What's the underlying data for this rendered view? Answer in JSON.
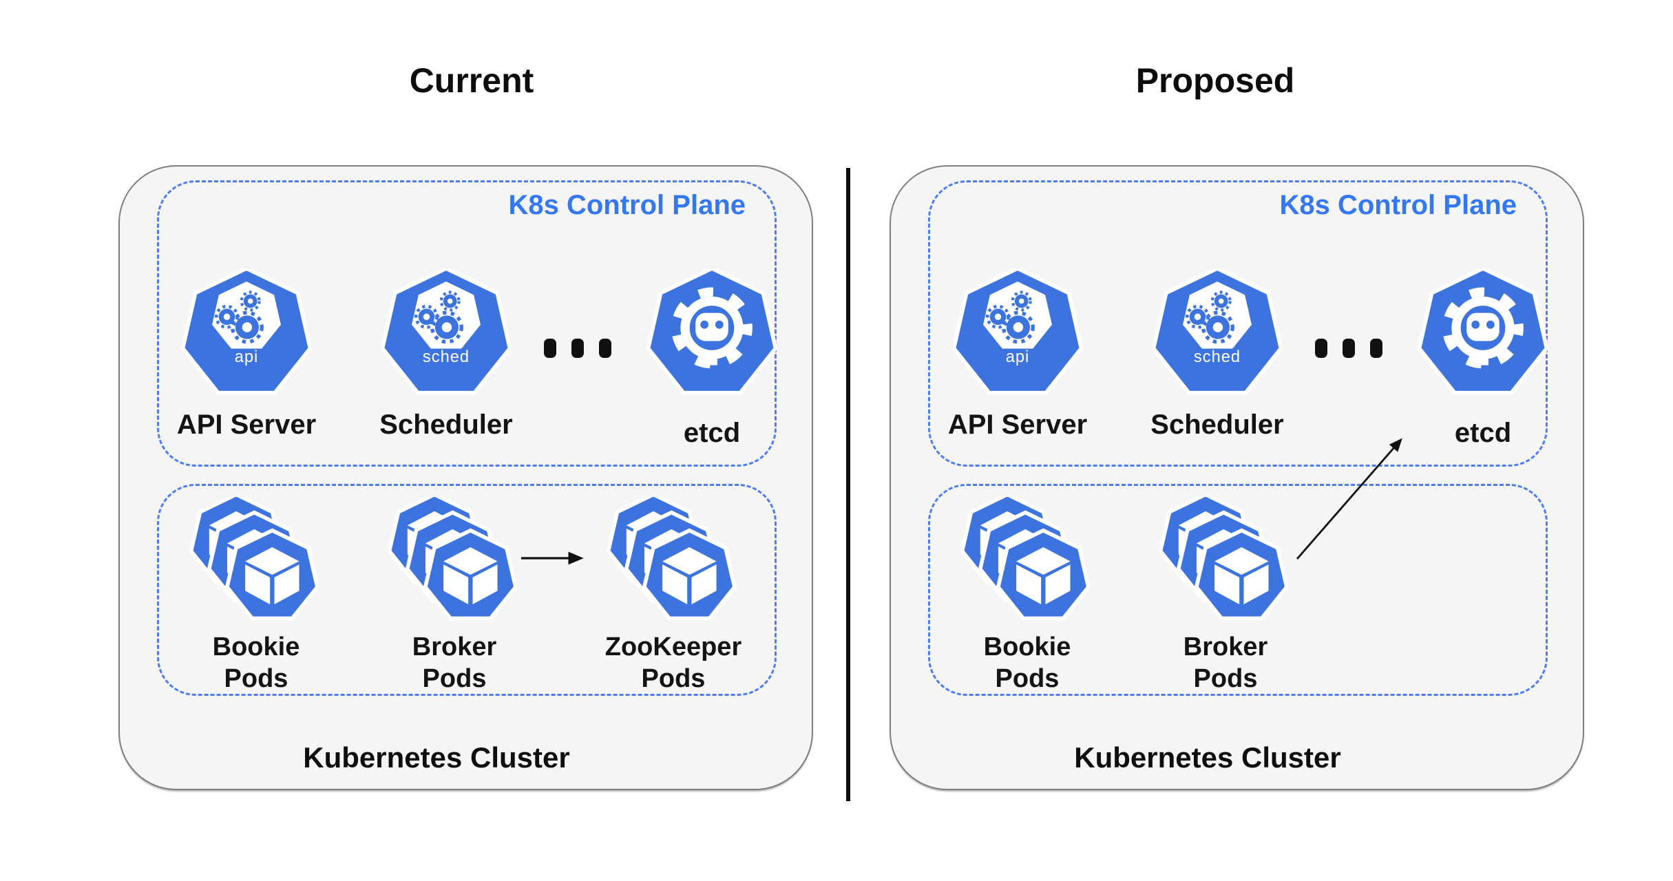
{
  "colors": {
    "kubernetes_blue": "#3d73de",
    "control_plane_label_blue": "#3377f5",
    "dashed_border_blue": "#4c7cf2",
    "cluster_fill": "#f5f5f6",
    "cluster_border": "#7e7e7e",
    "ink": "#141414",
    "canvas": "#ffffff"
  },
  "panels": [
    {
      "title": "Current",
      "control_plane": {
        "label": "K8s Control Plane",
        "nodes": [
          {
            "name": "api-server",
            "label": "API Server",
            "badge": "api"
          },
          {
            "name": "scheduler",
            "label": "Scheduler",
            "badge": "sched"
          },
          {
            "name": "more-components",
            "glyph": "..."
          },
          {
            "name": "etcd",
            "label": "etcd"
          }
        ]
      },
      "workloads": [
        {
          "name": "bookie-pods",
          "label": "Bookie\nPods"
        },
        {
          "name": "broker-pods",
          "label": "Broker\nPods"
        },
        {
          "name": "zookeeper-pods",
          "label": "ZooKeeper\nPods"
        }
      ],
      "arrow": {
        "from": "Broker Pods",
        "to": "ZooKeeper Pods"
      },
      "cluster_label": "Kubernetes Cluster"
    },
    {
      "title": "Proposed",
      "control_plane": {
        "label": "K8s Control Plane",
        "nodes": [
          {
            "name": "api-server",
            "label": "API Server",
            "badge": "api"
          },
          {
            "name": "scheduler",
            "label": "Scheduler",
            "badge": "sched"
          },
          {
            "name": "more-components",
            "glyph": "..."
          },
          {
            "name": "etcd",
            "label": "etcd"
          }
        ]
      },
      "workloads": [
        {
          "name": "bookie-pods",
          "label": "Bookie\nPods"
        },
        {
          "name": "broker-pods",
          "label": "Broker\nPods"
        }
      ],
      "arrow": {
        "from": "Broker Pods",
        "to": "etcd"
      },
      "cluster_label": "Kubernetes Cluster"
    }
  ]
}
